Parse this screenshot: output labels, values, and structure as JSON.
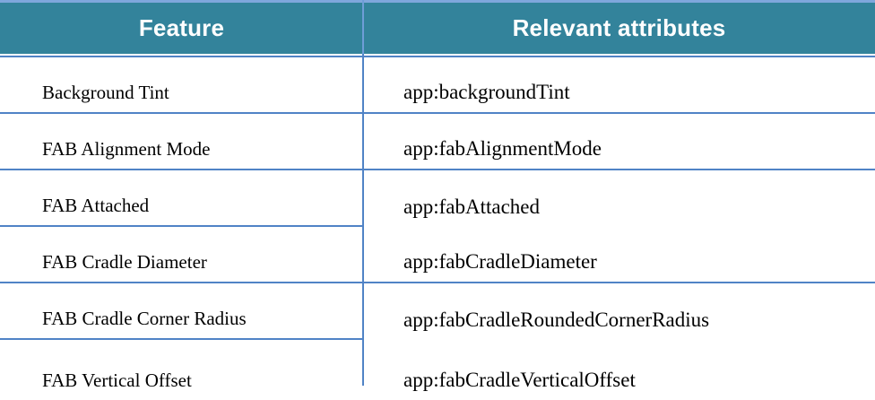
{
  "document": {
    "table": {
      "header": {
        "feature_label": "Feature",
        "attributes_label": "Relevant attributes"
      },
      "rows": [
        {
          "feature": "Background Tint",
          "attribute": "app:backgroundTint"
        },
        {
          "feature": "FAB Alignment Mode",
          "attribute": "app:fabAlignmentMode"
        },
        {
          "feature": "FAB Attached",
          "attribute": "app:fabAttached"
        },
        {
          "feature": "FAB Cradle Diameter",
          "attribute": "app:fabCradleDiameter"
        },
        {
          "feature": "FAB Cradle Corner Radius",
          "attribute": "app:fabCradleRoundedCornerRadius"
        },
        {
          "feature": "FAB Vertical Offset",
          "attribute": "app:fabCradleVerticalOffset"
        }
      ]
    },
    "colors": {
      "header_background": "#33839B",
      "header_text": "#FFFFFF",
      "rule_blue": "#5083C6",
      "top_border_blue": "#7FA7DC",
      "header_divider_blue": "#6E9DD6",
      "body_text": "#000000"
    }
  }
}
